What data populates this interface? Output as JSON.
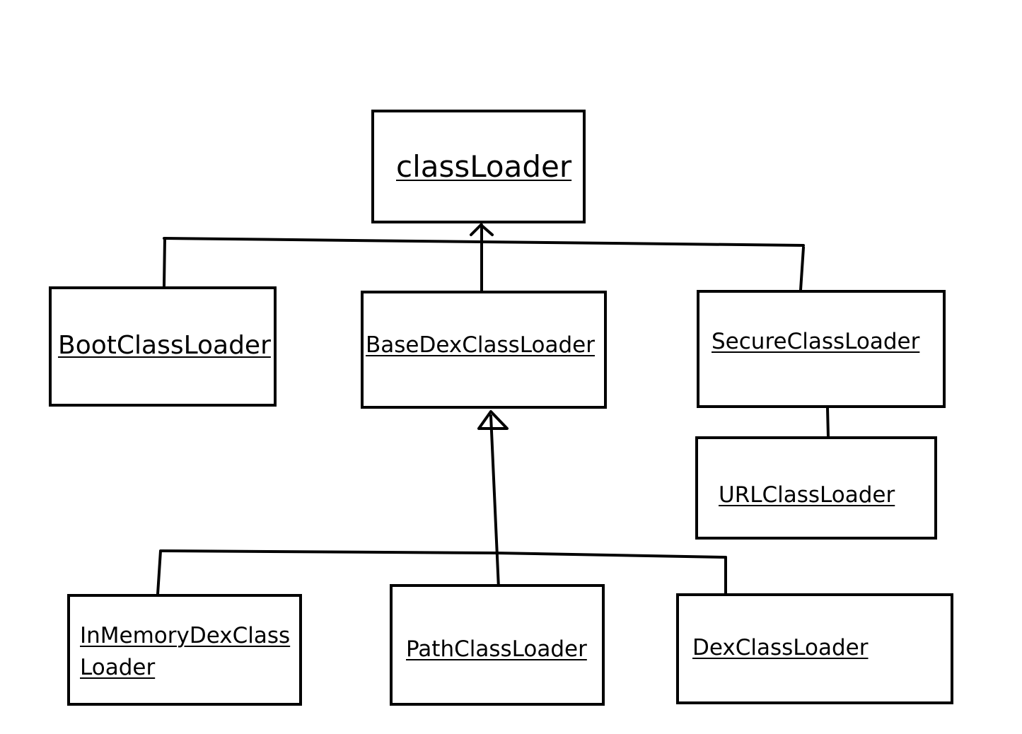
{
  "nodes": {
    "classloader": "classLoader",
    "boot": "BootClassLoader",
    "basedex": "BaseDexClassLoader",
    "secure": "SecureClassLoader",
    "url": "URLClassLoader",
    "inmemory_line1": "InMemoryDexClass",
    "inmemory_line2": "Loader",
    "path": "PathClassLoader",
    "dex": "DexClassLoader"
  },
  "colors": {
    "stroke": "#000000",
    "background": "#ffffff"
  }
}
